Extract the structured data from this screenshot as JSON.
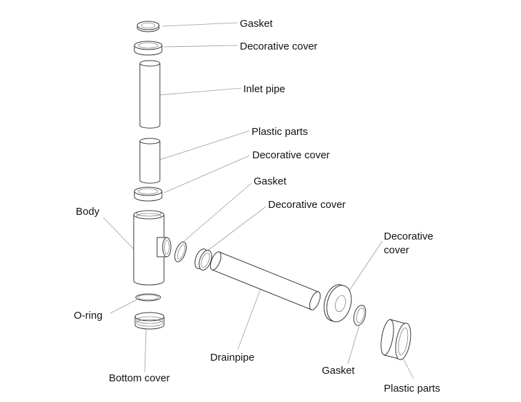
{
  "labels": {
    "gasket_top": "Gasket",
    "decorative_cover_top": "Decorative cover",
    "inlet_pipe": "Inlet pipe",
    "plastic_parts_upper": "Plastic parts",
    "decorative_cover_mid": "Decorative cover",
    "gasket_mid": "Gasket",
    "decorative_cover_branch": "Decorative cover",
    "body": "Body",
    "o_ring": "O-ring",
    "bottom_cover": "Bottom cover",
    "drainpipe": "Drainpipe",
    "decorative_cover_wall_line1": "Decorative",
    "decorative_cover_wall_line2": "cover",
    "gasket_wall": "Gasket",
    "plastic_parts_wall": "Plastic parts"
  }
}
